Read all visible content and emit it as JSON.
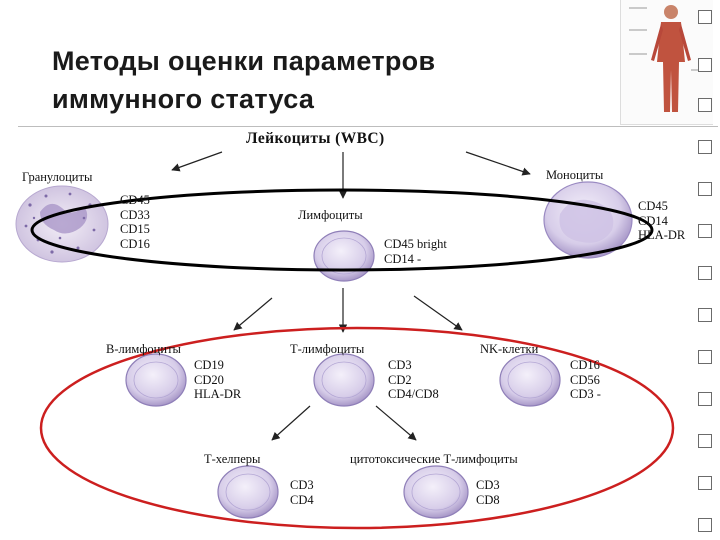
{
  "slide": {
    "title_line1": "Методы оценки параметров",
    "title_line2": "иммунного статуса"
  },
  "diagram": {
    "wbc": "Лейкоциты (WBC)",
    "granulocytes": {
      "label": "Гранулоциты",
      "markers": [
        "CD45",
        "CD33",
        "CD15",
        "CD16"
      ]
    },
    "lymphocytes": {
      "label": "Лимфоциты",
      "markers": [
        "CD45 bright",
        "CD14 -"
      ]
    },
    "monocytes": {
      "label": "Моноциты",
      "markers": [
        "CD45",
        "CD14",
        "HLA-DR"
      ]
    },
    "b_cells": {
      "label": "В-лимфоциты",
      "markers": [
        "CD19",
        "CD20",
        "HLA-DR"
      ]
    },
    "t_cells": {
      "label": "Т-лимфоциты",
      "markers": [
        "CD3",
        "CD2",
        "CD4/CD8"
      ]
    },
    "nk_cells": {
      "label": "NK-клетки",
      "markers": [
        "CD16",
        "CD56",
        "CD3 -"
      ]
    },
    "t_helpers": {
      "label": "Т-хелперы",
      "markers": [
        "CD3",
        "CD4"
      ]
    },
    "cytotoxic": {
      "label": "цитотоксические Т-лимфоциты",
      "markers": [
        "CD3",
        "CD8"
      ]
    }
  },
  "colors": {
    "ellipse_top": "#000000",
    "ellipse_bottom": "#cc1f1f",
    "cell_fill": "#dcd4ec",
    "cell_edge": "#8f7fb8"
  }
}
